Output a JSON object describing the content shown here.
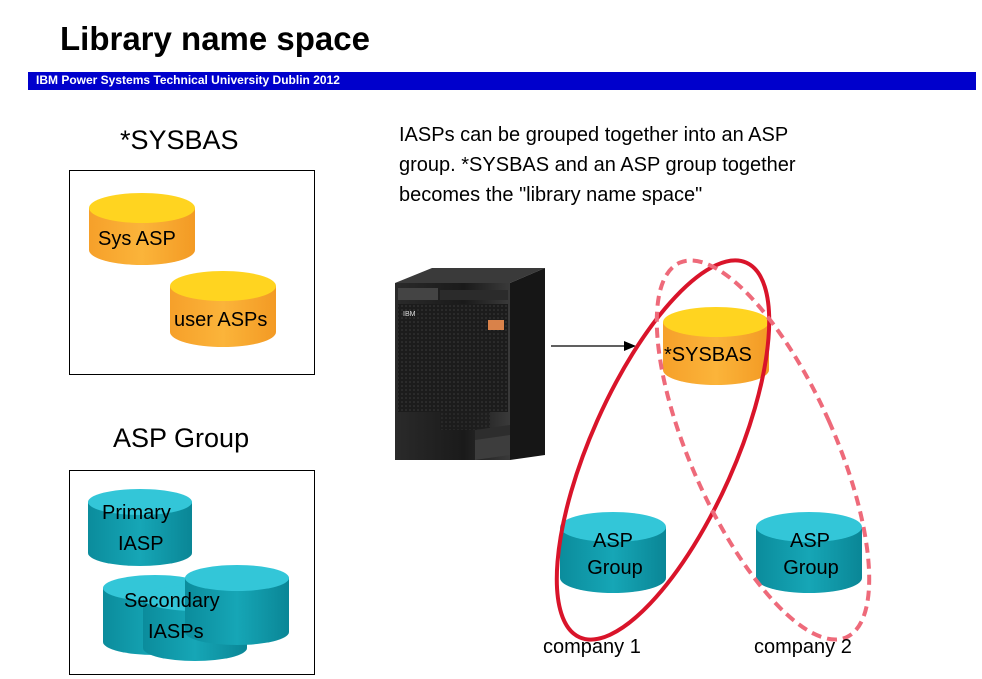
{
  "title": "Library name space",
  "banner": "IBM Power Systems Technical  University Dublin 2012",
  "sysbas_panel": {
    "heading": "*SYSBAS",
    "sys_asp": "Sys ASP",
    "user_asps": "user ASPs"
  },
  "asp_group_panel": {
    "heading": "ASP Group",
    "primary_line1": "Primary",
    "primary_line2": "IASP",
    "secondary_line1": "Secondary",
    "secondary_line2": "IASPs"
  },
  "description": "IASPs can be grouped together into an ASP group.  *SYSBAS and an ASP group together becomes the \"library name space\"",
  "diagram": {
    "sysbas_label": "*SYSBAS",
    "group1_line1": "ASP",
    "group1_line2": "Group",
    "group2_line1": "ASP",
    "group2_line2": "Group",
    "company1": "company 1",
    "company2": "company 2",
    "server_brand": "IBM"
  },
  "colors": {
    "banner": "#0000cc",
    "orange_top": "#ffd21e",
    "orange_body": "#f8a92e",
    "teal_top": "#2fc4d6",
    "teal_body": "#1198a8",
    "red_solid": "#d9142a",
    "red_dashed": "#ee6a7a"
  }
}
